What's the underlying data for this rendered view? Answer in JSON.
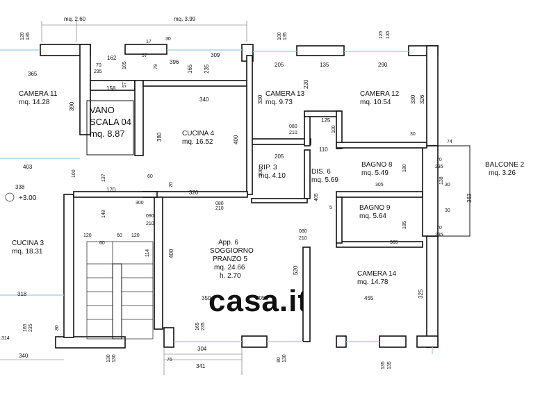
{
  "watermark": "casa.it",
  "level": "+3.00",
  "rooms": {
    "vano_scala": {
      "l1": "VANO",
      "l2": "SCALA 04",
      "l3": "mq. 8.87"
    },
    "camera11": {
      "name": "CAMERA 11",
      "area": "mq. 14.28"
    },
    "cucina3": {
      "name": "CUCINA 3",
      "area": "mq. 18.31"
    },
    "cucina4": {
      "name": "CUCINA 4",
      "area": "mq. 16.52"
    },
    "camera13": {
      "name": "CAMERA 13",
      "area": "mq. 9.73"
    },
    "camera12": {
      "name": "CAMERA 12",
      "area": "mq. 10.54"
    },
    "rip3": {
      "name": "RIP. 3",
      "area": "mq. 4.10"
    },
    "dis6": {
      "name": "DIS. 6",
      "area": "mq. 5.69"
    },
    "bagno8": {
      "name": "BAGNO 8",
      "area": "mq. 5.49"
    },
    "bagno9": {
      "name": "BAGNO 9",
      "area": "mq. 5.64"
    },
    "balcone2": {
      "name": "BALCONE 2",
      "area": "mq. 3.26"
    },
    "soggiorno": {
      "l1": "App. 6",
      "l2": "SOGGIORNO",
      "l3": "PRANZO 5",
      "l4": "mq. 24.66",
      "l5": "h. 2.70"
    },
    "camera14": {
      "name": "CAMERA 14",
      "area": "mq. 14.78"
    }
  },
  "dims": {
    "d_mq260": "mq. 2.60",
    "d_mq399": "mq. 3.99",
    "d120": "120",
    "d135a": "135",
    "d100": "100",
    "d135b": "135",
    "d125": "125",
    "d135c": "135",
    "d17": "17",
    "d30a": "30",
    "d162": "162",
    "d57a": "57",
    "d396": "396",
    "d309": "309",
    "d165a": "165",
    "d235a": "235",
    "d70a": "70",
    "d235b": "235",
    "d105": "105",
    "d79": "79",
    "d365": "365",
    "d57b": "57",
    "d158": "158",
    "d205a": "205",
    "d135d": "135",
    "d290": "290",
    "d390": "390",
    "d340a": "340",
    "d330a": "330",
    "d220": "220",
    "d330b": "330",
    "d326": "326",
    "d125b": "125",
    "d080a": "080",
    "d210a": "210",
    "d100b": "100",
    "d30b": "30",
    "d74": "74",
    "d380": "380",
    "d400a": "400",
    "d205b": "205",
    "d110": "110",
    "d70b": "70",
    "d235c": "235",
    "d403": "403",
    "d100c": "100",
    "d137": "137",
    "d60a": "60",
    "d200": "200",
    "d180": "180",
    "d338": "338",
    "d170": "170",
    "d20": "20",
    "d320": "320",
    "d080b": "080",
    "d210b": "210",
    "d305a": "305",
    "d30c": "30",
    "d138": "138",
    "d363": "363",
    "d300": "300",
    "d405": "405",
    "d5": "5",
    "d30d": "30",
    "d148": "148",
    "d090": "090",
    "d210c": "210",
    "d120a": "120",
    "d60b": "60",
    "d60c": "60",
    "d120b": "120",
    "d185": "185",
    "d70c": "70",
    "d235d": "235",
    "d080c": "080",
    "d210d": "210",
    "d305b": "305",
    "d114": "114",
    "d400b": "400",
    "d520": "520",
    "d318": "318",
    "d350": "350",
    "d205c": "205",
    "d455": "455",
    "d325": "325",
    "d165b": "165",
    "d235e": "235",
    "d80a": "80",
    "d165c": "165",
    "d235f": "235",
    "d314": "314",
    "d304": "304",
    "d340b": "340",
    "d130a": "130",
    "d130b": "130",
    "d76": "76",
    "d341": "341",
    "d80b": "80",
    "d130c": "130",
    "d135e": "135",
    "d135f": "135"
  }
}
